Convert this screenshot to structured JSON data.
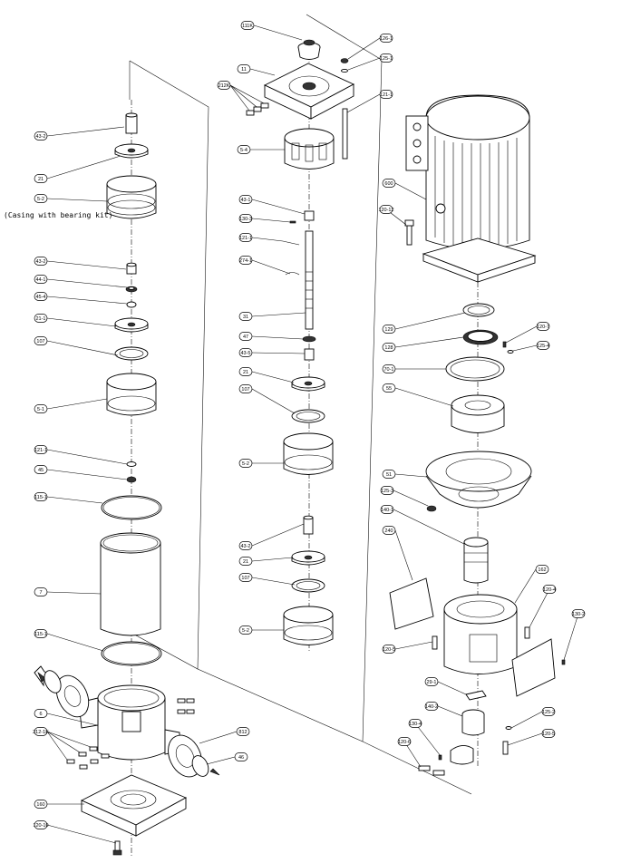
{
  "labels": {
    "l_43_2_a": "43-2",
    "l_21_a": "21",
    "l_5_2_a": "5-2",
    "casing_note": "(Casing with bearing kit)",
    "l_43_2_b": "43-2",
    "l_44_1": "44-1",
    "l_45_4": "45-4",
    "l_21_1": "21-1",
    "l_107_a": "107",
    "l_5_1": "5-1",
    "l_121_1": "121-1",
    "l_45": "45",
    "l_115_1_a": "115-1",
    "l_7": "7",
    "l_115_1_b": "115-1",
    "l_6": "6",
    "l_212_1k": "212-1K",
    "l_160": "160",
    "l_120_10": "120-10",
    "l_812": "812",
    "l_46": "46",
    "l_111k": "111K",
    "l_11": "11",
    "l_212k": "212K",
    "l_5_4": "5-4",
    "l_43_1": "43-1",
    "l_130_3": "130-3",
    "l_121_1m": "121-1",
    "l_274_1": "274-1",
    "l_31": "31",
    "l_47": "47",
    "l_43_5": "43-5",
    "l_21_b": "21",
    "l_107_b": "107",
    "l_5_2_b": "5-2",
    "l_43_2_c": "43-2",
    "l_21_c": "21",
    "l_107_c": "107",
    "l_5_2_c": "5-2",
    "l_126_1": "126-1",
    "l_125_1": "125-1",
    "l_121_1r": "121-1",
    "l_600": "600",
    "l_120_12": "120-12",
    "l_129": "129",
    "l_128": "128",
    "l_120_7": "120-7",
    "l_125_4": "125-4",
    "l_70_1": "70-1",
    "l_55": "55",
    "l_51": "51",
    "l_125_3": "125-3",
    "l_140_1": "140-1",
    "l_240": "240",
    "l_162": "162",
    "l_120_4": "120-4",
    "l_130_2": "130-2",
    "l_120_5a": "120-5",
    "l_29_1": "29-1",
    "l_140_2": "140-2",
    "l_125_2": "125-2",
    "l_130_4": "130-4",
    "l_120_6": "120-6",
    "l_120_5b": "120-5"
  }
}
